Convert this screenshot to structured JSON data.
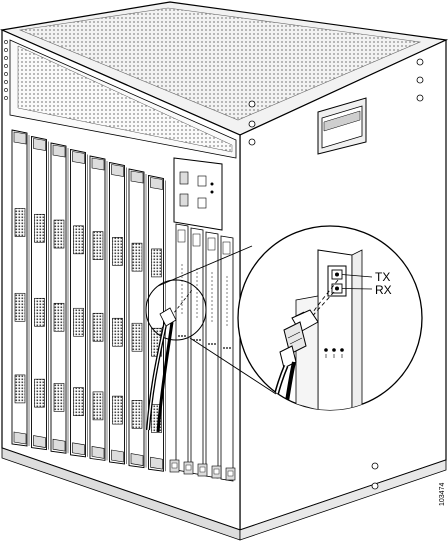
{
  "callouts": {
    "tx": "TX",
    "rx": "RX"
  },
  "figure_number": "103474",
  "colors": {
    "line": "#000000",
    "fill": "#ffffff",
    "shade": "#e6e6e6",
    "grille": "#9a9a9a"
  }
}
